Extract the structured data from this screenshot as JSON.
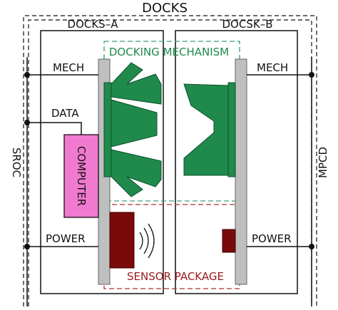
{
  "diagram": {
    "title": "DOCKS",
    "left_dock_label": "DOCKS–A",
    "right_dock_label": "DOCSK–B",
    "left_side_label": "SROC",
    "right_side_label": "MPCD",
    "docking_mechanism_label": "DOCKING MECHANISM",
    "sensor_package_label": "SENSOR PACKAGE",
    "computer_label": "COMPUTER",
    "left_mech_label": "MECH",
    "right_mech_label": "MECH",
    "data_label": "DATA",
    "left_power_label": "POWER",
    "right_power_label": "POWER"
  },
  "colors": {
    "mechanism_green": "#1f8a4c",
    "mechanism_box_dash": "#3aa070",
    "sensor_dark_red": "#7a0a0a",
    "sensor_box_dash": "#b03030",
    "sensor_label_red": "#9a1a1a",
    "computer_pink": "#f07ad0",
    "plate_gray": "#bfbfbf",
    "line_black": "#111111"
  }
}
